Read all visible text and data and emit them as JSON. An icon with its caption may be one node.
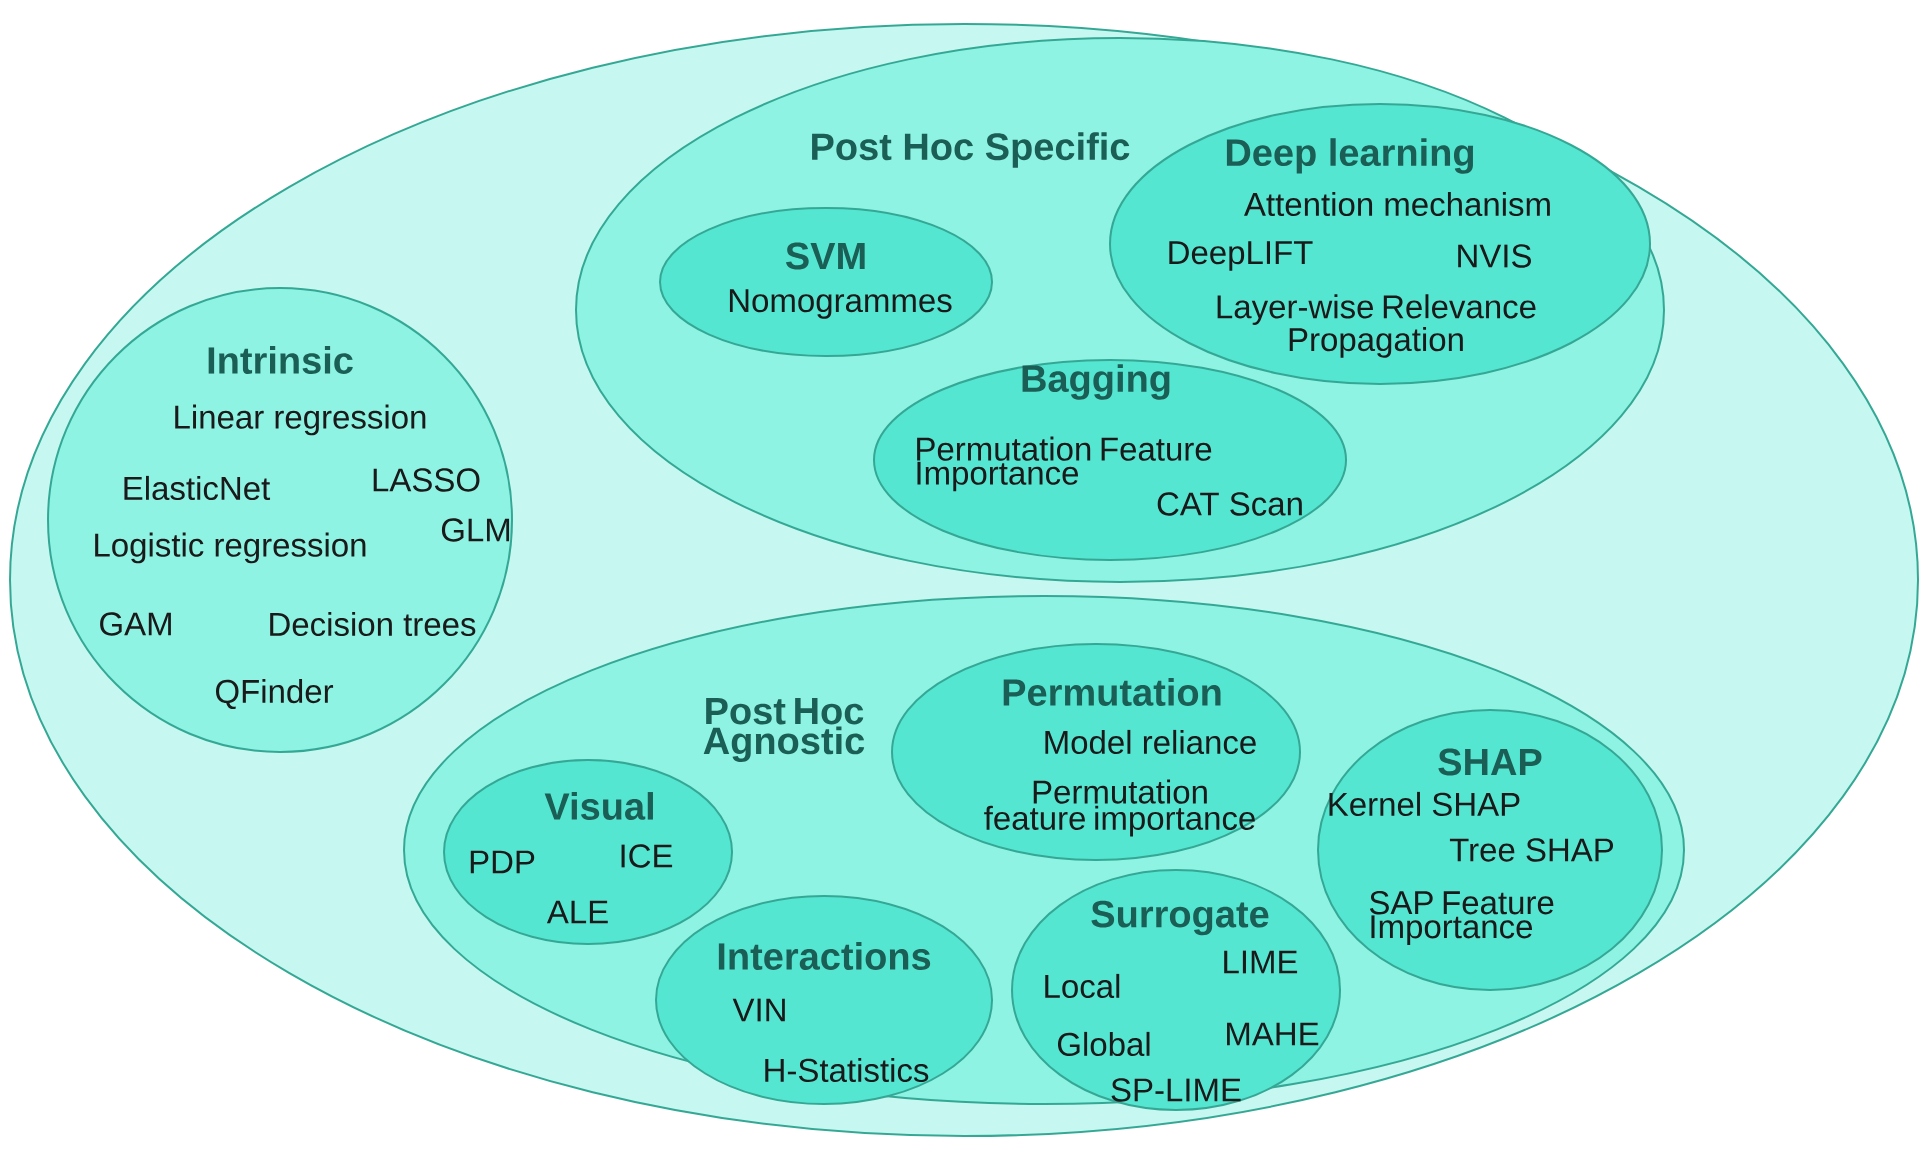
{
  "diagram": {
    "nodes": [
      {
        "text": [],
        "shape": "ellipse"
      },
      {
        "text": [
          "Intrinsic",
          "Linear regression",
          "ElasticNet",
          "LASSO",
          "Logistic regression",
          "GLM",
          "GAM",
          "Decision trees",
          "QFinder"
        ],
        "in": 0
      },
      {
        "text": [
          "Post Hoc Specific"
        ],
        "in": 0
      },
      {
        "text": [
          "SVM",
          "Nomogrammes"
        ],
        "in": 2
      },
      {
        "text": [
          "Deep learning",
          "Attention mechanism",
          "DeepLIFT",
          "NVIS",
          "Layer-wise Relevance Propagation"
        ],
        "in": 2
      },
      {
        "text": [
          "Bagging",
          "Permutation Feature Importance",
          "CAT Scan"
        ],
        "in": 2
      },
      {
        "text": [
          "Post Hoc Agnostic"
        ],
        "in": 0
      },
      {
        "text": [
          "Permutation",
          "Model reliance",
          "Permutation feature importance"
        ],
        "in": 6
      },
      {
        "text": [
          "SHAP",
          "Kernel SHAP",
          "Tree SHAP",
          "SAP Feature Importance"
        ],
        "in": 6
      },
      {
        "text": [
          "Visual",
          "PDP",
          "ICE",
          "ALE"
        ],
        "in": 6
      },
      {
        "text": [
          "Interactions",
          "VIN",
          "H-Statistics"
        ],
        "in": 6
      },
      {
        "text": [
          "Surrogate",
          "Local",
          "LIME",
          "Global",
          "MAHE",
          "SP-LIME"
        ],
        "in": 6
      }
    ]
  }
}
